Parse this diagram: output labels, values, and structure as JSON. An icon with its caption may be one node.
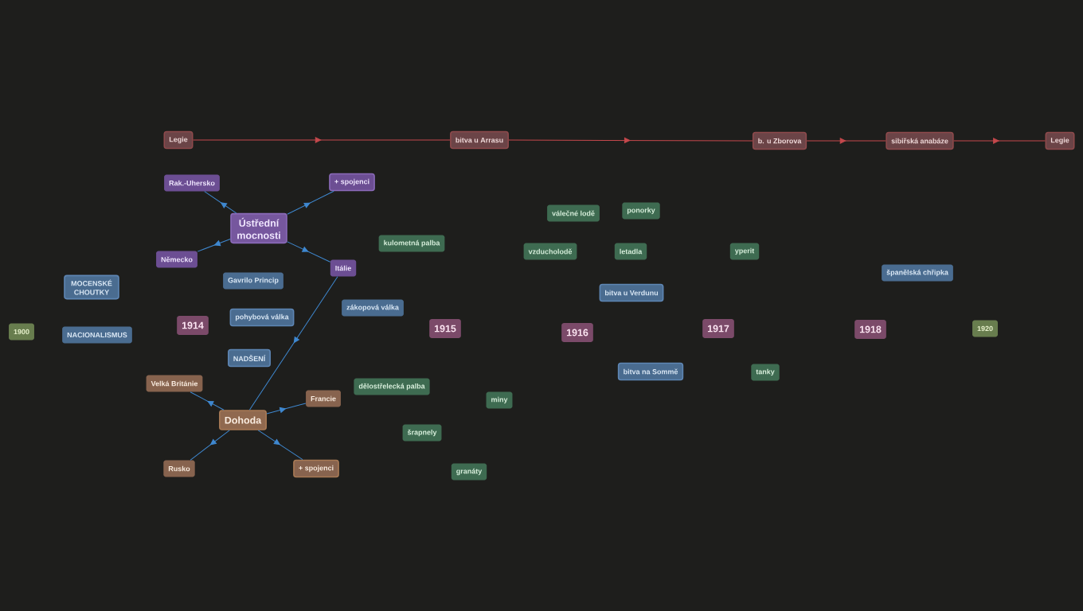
{
  "diagram": {
    "nodes": [
      {
        "text": [
          "Legie"
        ]
      },
      {
        "text": [
          "bitva u Arrasu"
        ]
      },
      {
        "text": [
          "b. u Zborova"
        ]
      },
      {
        "text": [
          "sibiřská anabáze"
        ]
      },
      {
        "text": [
          "Legie"
        ]
      },
      {
        "text": [
          "Rak.-Uhersko"
        ]
      },
      {
        "text": [
          "+ spojenci"
        ]
      },
      {
        "text": [
          "válečné lodě"
        ]
      },
      {
        "text": [
          "ponorky"
        ]
      },
      {
        "text": [
          "Ústřední mocnosti"
        ]
      },
      {
        "text": [
          "kulometná palba"
        ]
      },
      {
        "text": [
          "vzducholodě"
        ]
      },
      {
        "text": [
          "letadla"
        ]
      },
      {
        "text": [
          "yperit"
        ]
      },
      {
        "text": [
          "Německo"
        ]
      },
      {
        "text": [
          "Itálie"
        ]
      },
      {
        "text": [
          "španělská chřipka"
        ]
      },
      {
        "text": [
          "MOCENSKÉ CHOUTKY"
        ]
      },
      {
        "text": [
          "Gavrilo Princip"
        ]
      },
      {
        "text": [
          "bitva u Verdunu"
        ]
      },
      {
        "text": [
          "zákopová válka"
        ]
      },
      {
        "text": [
          "pohybová válka"
        ]
      },
      {
        "text": [
          "1900"
        ]
      },
      {
        "text": [
          "NACIONALISMUS"
        ]
      },
      {
        "text": [
          "1914"
        ]
      },
      {
        "text": [
          "1915"
        ]
      },
      {
        "text": [
          "1916"
        ]
      },
      {
        "text": [
          "1917"
        ]
      },
      {
        "text": [
          "1918"
        ]
      },
      {
        "text": [
          "1920"
        ]
      },
      {
        "text": [
          "NADŠENÍ"
        ]
      },
      {
        "text": [
          "bitva na Sommě"
        ]
      },
      {
        "text": [
          "tanky"
        ]
      },
      {
        "text": [
          "Velká Británie"
        ]
      },
      {
        "text": [
          "dělostřelecká palba"
        ]
      },
      {
        "text": [
          "Francie"
        ]
      },
      {
        "text": [
          "miny"
        ]
      },
      {
        "text": [
          "Dohoda"
        ]
      },
      {
        "text": [
          "šrapnely"
        ]
      },
      {
        "text": [
          "Rusko"
        ]
      },
      {
        "text": [
          "+ spojenci"
        ]
      },
      {
        "text": [
          "granáty"
        ]
      }
    ],
    "edges": [
      {
        "from": 0,
        "to": 1,
        "arrow": "to",
        "color": "#c4484c"
      },
      {
        "from": 1,
        "to": 2,
        "arrow": "to",
        "color": "#c4484c"
      },
      {
        "from": 2,
        "to": 3,
        "arrow": "to",
        "color": "#c4484c"
      },
      {
        "from": 3,
        "to": 4,
        "arrow": "to",
        "color": "#c4484c"
      },
      {
        "from": 9,
        "to": 5,
        "arrow": "to"
      },
      {
        "from": 9,
        "to": 6,
        "arrow": "to"
      },
      {
        "from": 9,
        "to": 14,
        "arrow": "to"
      },
      {
        "from": 9,
        "to": 15,
        "arrow": "to"
      },
      {
        "from": 15,
        "to": 37,
        "arrow": "to"
      },
      {
        "from": 37,
        "to": 33,
        "arrow": "to"
      },
      {
        "from": 37,
        "to": 35,
        "arrow": "to"
      },
      {
        "from": 37,
        "to": 39,
        "arrow": "to"
      },
      {
        "from": 37,
        "to": 40,
        "arrow": "to"
      }
    ]
  }
}
